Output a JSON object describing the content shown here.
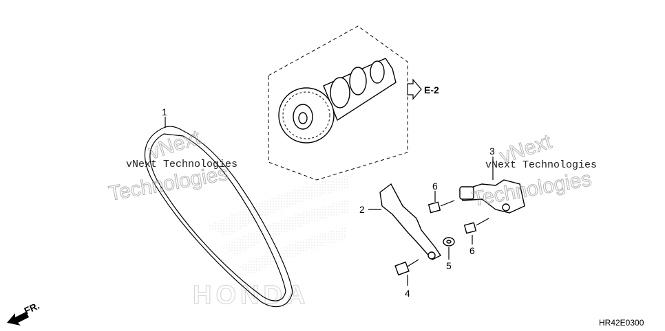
{
  "callouts": {
    "c1": "1",
    "c2": "2",
    "c3": "3",
    "c4": "4",
    "c5": "5",
    "c6a": "6",
    "c6b": "6"
  },
  "reference": {
    "label": "E-2"
  },
  "direction": {
    "label": "FR."
  },
  "diagram_code": "HR42E0300",
  "watermark": {
    "line1": "vNext Technologies",
    "line2": "vNext",
    "line3": "Technologies"
  },
  "brand_mark": "HONDA"
}
